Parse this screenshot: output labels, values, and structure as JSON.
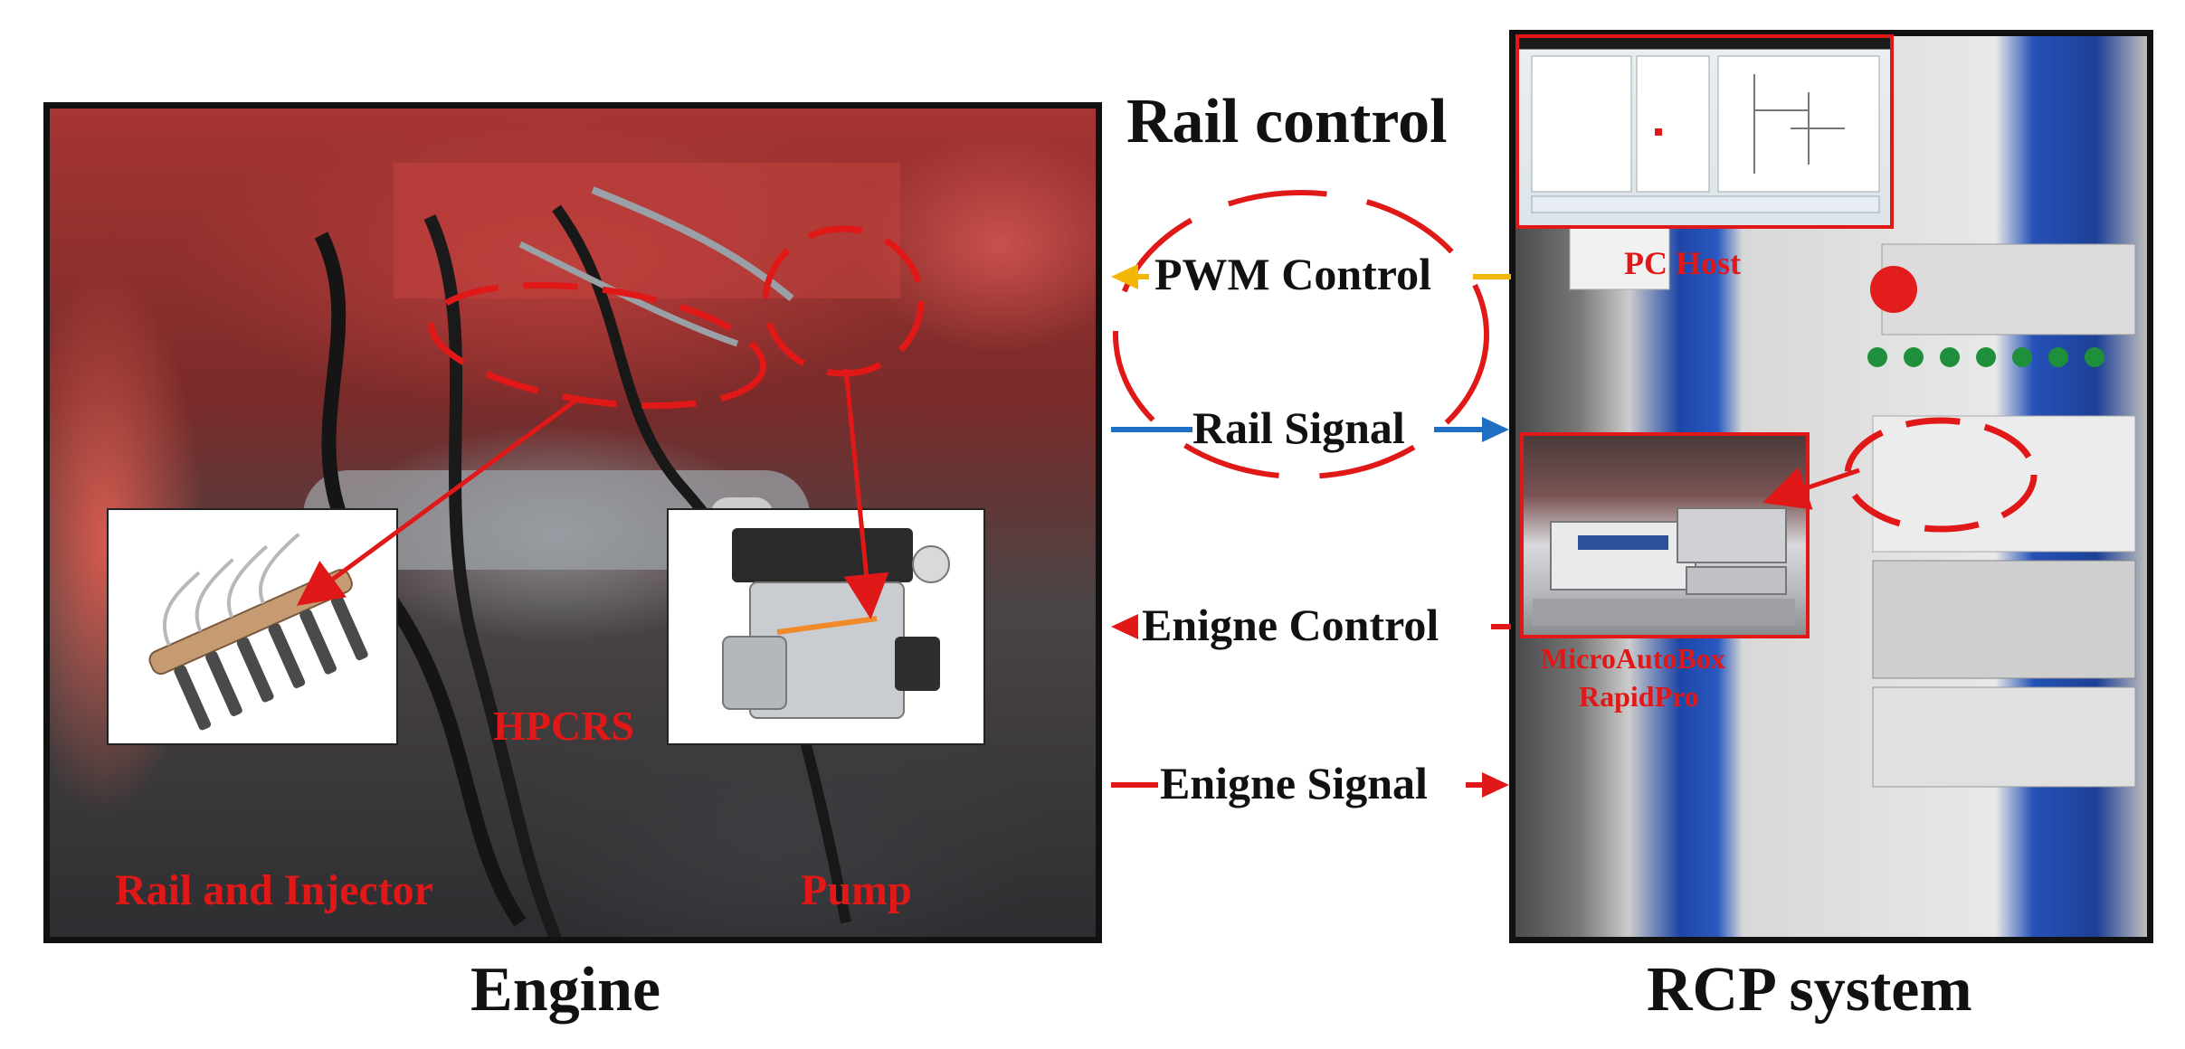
{
  "titles": {
    "engine": "Engine",
    "rcp": "RCP system",
    "rail_control": "Rail control"
  },
  "signals": {
    "pwm_control": "PWM Control",
    "rail_signal": "Rail Signal",
    "engine_control": "Enigne Control",
    "engine_signal": "Enigne Signal"
  },
  "engine_labels": {
    "hpcrs": "HPCRS",
    "rail_injector": "Rail and Injector",
    "pump": "Pump"
  },
  "rcp_labels": {
    "pc_host": "PC Host",
    "microautobox": "MicroAutoBox",
    "rapidpro": "RapidPro"
  },
  "colors": {
    "highlight_red": "#e01818",
    "pwm_arrow": "#f2b705",
    "rail_signal_arrow": "#1f6fc5",
    "engine_arrow": "#e01818",
    "frame": "#111111"
  }
}
